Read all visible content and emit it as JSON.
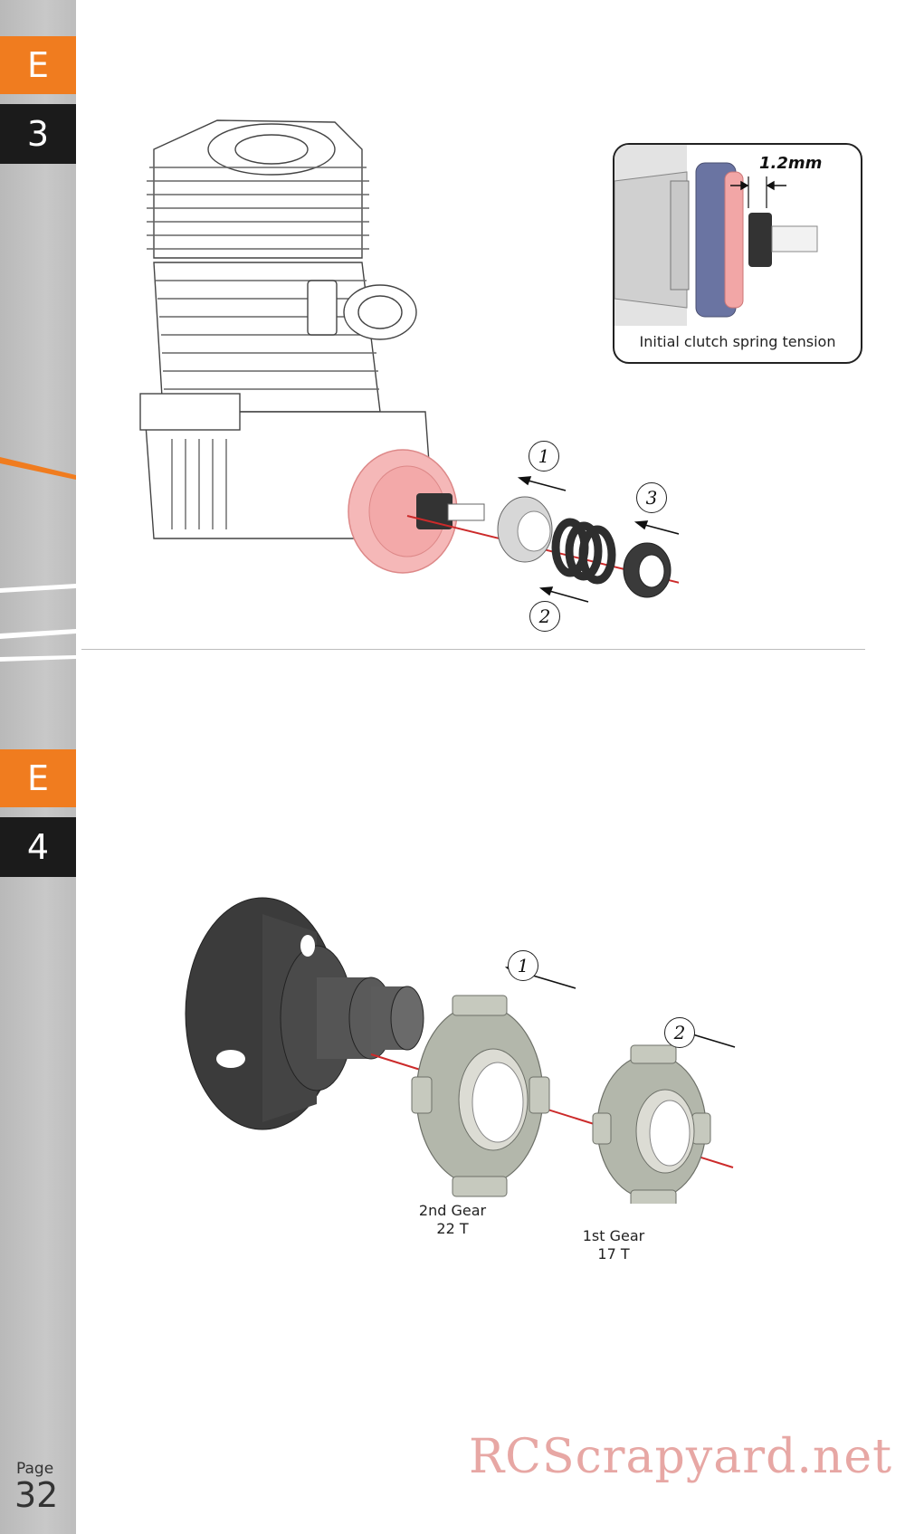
{
  "sidebar": {
    "section_e3": {
      "letter": "E",
      "number": "3"
    },
    "section_e4": {
      "letter": "E",
      "number": "4"
    },
    "page_label": "Page",
    "page_number": "32",
    "accent_color": "#f07c1f",
    "dark_color": "#1b1b1b"
  },
  "step_e3": {
    "inset": {
      "dimension": "1.2mm",
      "caption": "Initial clutch spring tension"
    },
    "callouts": [
      "1",
      "2",
      "3"
    ]
  },
  "step_e4": {
    "callouts": [
      "1",
      "2"
    ],
    "gear_2": {
      "name": "2nd Gear",
      "teeth": "22 T"
    },
    "gear_1": {
      "name": "1st Gear",
      "teeth": "17 T"
    }
  },
  "watermark": "RCScrapyard.net"
}
